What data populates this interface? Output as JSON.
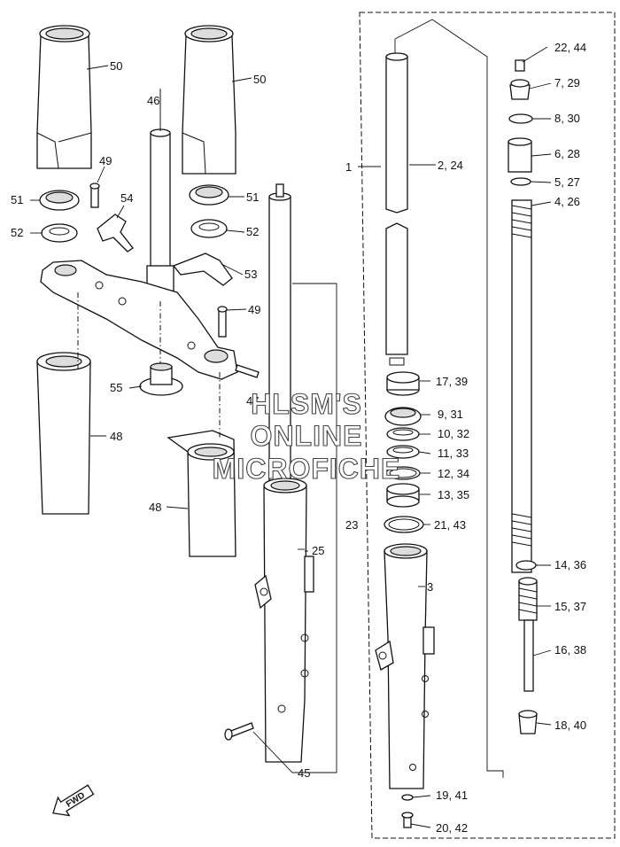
{
  "watermark": {
    "line1": "HLSM'S",
    "line2": "ONLINE",
    "line3": "MICROFICHE"
  },
  "fwd_arrow": {
    "text": "FWD",
    "icon": "forward-arrow-icon"
  },
  "callouts": {
    "p50a": "50",
    "p50b": "50",
    "p46": "46",
    "p49a": "49",
    "p51a": "51",
    "p54": "54",
    "p51b": "51",
    "p52a": "52",
    "p52b": "52",
    "p53": "53",
    "p49b": "49",
    "p47": "47",
    "p55": "55",
    "p48a": "48",
    "p48b": "48",
    "p25": "25",
    "p23": "23",
    "p45": "45",
    "p1": "1",
    "p2_24": "2, 24",
    "p3": "3",
    "p22_44": "22, 44",
    "p7_29": "7, 29",
    "p8_30": "8, 30",
    "p6_28": "6, 28",
    "p5_27": "5, 27",
    "p4_26": "4, 26",
    "p17_39": "17, 39",
    "p9_31": "9, 31",
    "p10_32": "10, 32",
    "p11_33": "11, 33",
    "p12_34": "12, 34",
    "p13_35": "13, 35",
    "p21_43": "21, 43",
    "p14_36": "14, 36",
    "p15_37": "15, 37",
    "p16_38": "16, 38",
    "p18_40": "18, 40",
    "p19_41": "19, 41",
    "p20_42": "20, 42"
  }
}
